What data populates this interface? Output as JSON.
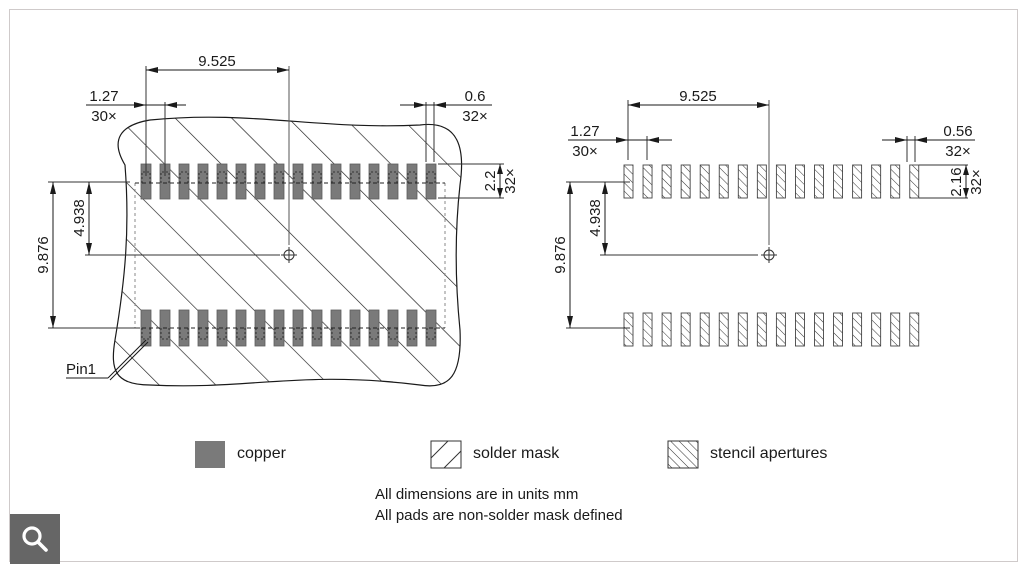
{
  "left_footprint": {
    "pitch_label": "1.27",
    "pitch_count": "30×",
    "span_label": "9.525",
    "pad_width_label": "0.6",
    "pad_width_count": "32×",
    "pad_height_label": "2.2",
    "pad_height_count": "32×",
    "half_row_label": "4.938",
    "row_distance_label": "9.876",
    "pin1_label": "Pin1",
    "pads_per_row": 16
  },
  "right_footprint": {
    "pitch_label": "1.27",
    "pitch_count": "30×",
    "span_label": "9.525",
    "pad_width_label": "0.56",
    "pad_width_count": "32×",
    "pad_height_label": "2.16",
    "pad_height_count": "32×",
    "half_row_label": "4.938",
    "row_distance_label": "9.876",
    "pads_per_row": 16
  },
  "legend": {
    "copper": "copper",
    "solder_mask": "solder mask",
    "stencil": "stencil apertures"
  },
  "notes": {
    "units": "All dimensions are in units mm",
    "pads": "All pads are non-solder mask defined"
  },
  "colors": {
    "copper": "#7a7a7a",
    "line": "#1a1a1a",
    "zoom_bg": "#666666"
  }
}
